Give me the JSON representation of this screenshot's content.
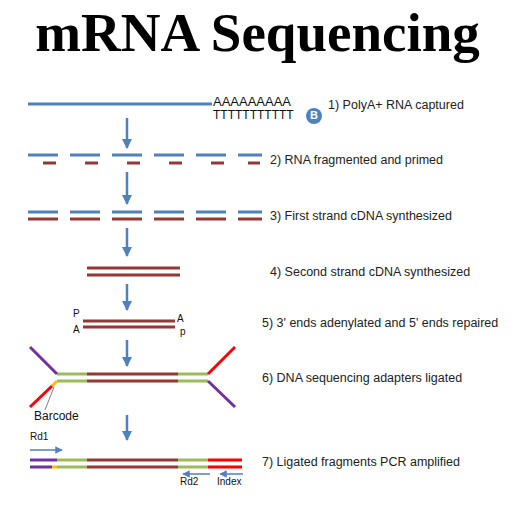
{
  "diagram": {
    "title": "mRNA Sequencing",
    "nodes": [
      {
        "text": [
          "1) PolyA+ RNA captured"
        ]
      },
      {
        "text": [
          "2) RNA fragmented and primed"
        ]
      },
      {
        "text": [
          "3) First strand cDNA synthesized"
        ]
      },
      {
        "text": [
          "4) Second strand cDNA synthesized"
        ]
      },
      {
        "text": [
          "5) 3' ends adenylated and 5' ends repaired"
        ]
      },
      {
        "text": [
          "6) DNA sequencing adapters ligated"
        ]
      },
      {
        "text": [
          "7) Ligated fragments PCR amplified"
        ]
      }
    ],
    "edges": [
      {
        "from": 0,
        "to": 1,
        "arrow": "to"
      },
      {
        "from": 1,
        "to": 2,
        "arrow": "to"
      },
      {
        "from": 2,
        "to": 3,
        "arrow": "to"
      },
      {
        "from": 3,
        "to": 4,
        "arrow": "to"
      },
      {
        "from": 4,
        "to": 5,
        "arrow": "to"
      },
      {
        "from": 5,
        "to": 6,
        "arrow": "to"
      }
    ],
    "labels": [
      "AAAAAAAAA",
      "TTTTTTTTTTT",
      "B",
      "P",
      "A",
      "A",
      "p",
      "Barcode",
      "Rd1",
      "Rd2",
      "Index"
    ]
  }
}
